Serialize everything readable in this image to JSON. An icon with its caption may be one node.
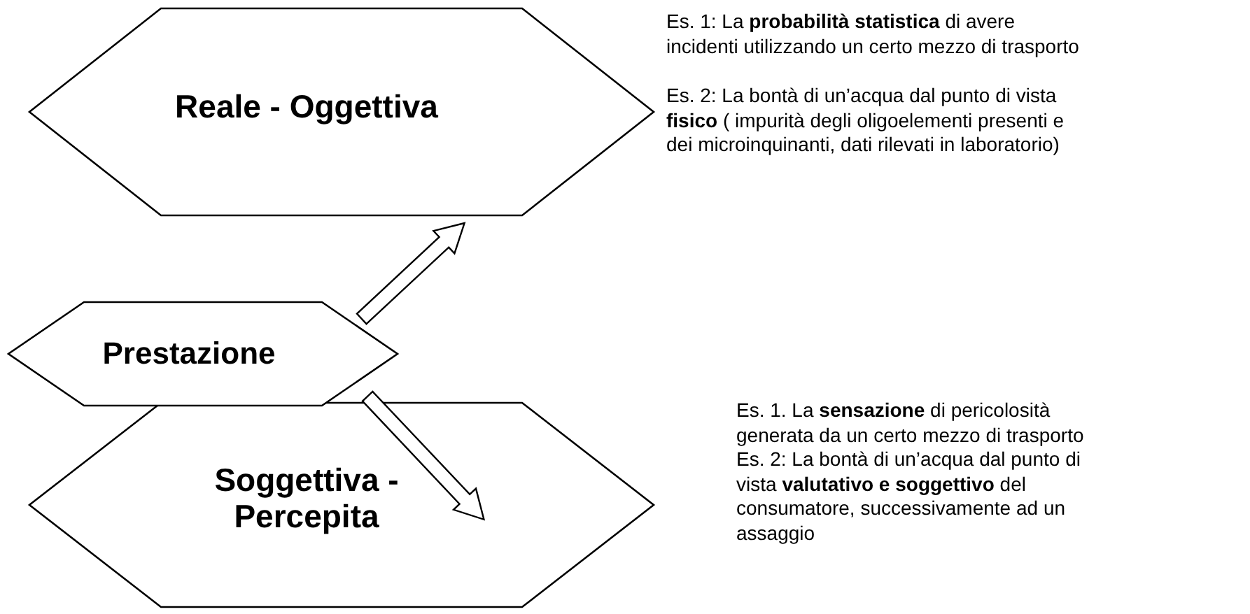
{
  "diagram": {
    "nodes": [
      {
        "text": [
          "Reale - Oggettiva"
        ]
      },
      {
        "text": [
          "Prestazione"
        ]
      },
      {
        "text": [
          "Soggettiva - Percepita"
        ]
      }
    ],
    "edges": [
      {
        "from": 1,
        "to": 0,
        "arrow": "to"
      },
      {
        "from": 1,
        "to": 2,
        "arrow": "to"
      }
    ],
    "labels": [
      "Es. 1: La **probabilità statistica** di avere incidenti utilizzando un certo mezzo di trasporto",
      "Es. 2: La bontà di un’acqua dal punto di vista **fisico** ( impurità degli oligoelementi presenti e dei microinquinanti, dati rilevati in laboratorio)",
      "Es. 1. La **sensazione** di pericolosità generata da un certo mezzo di trasporto",
      "Es. 2: La bontà di un’acqua dal punto di vista **valutativo e soggettivo** del consumatore, successivamente ad un assaggio"
    ]
  }
}
